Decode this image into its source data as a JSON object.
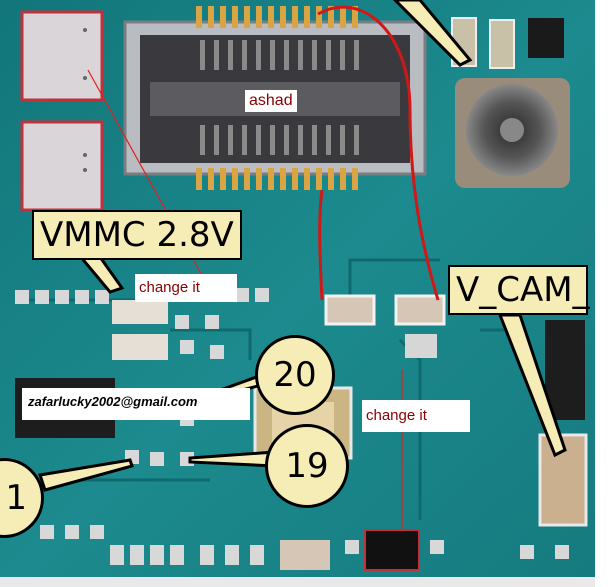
{
  "annotations": {
    "ashad": "ashad",
    "vmmc": "VMMC 2.8V",
    "change_it_left": "change it",
    "v_cam": "V_CAM_",
    "number_20": "20",
    "email": "zafarlucky2002@gmail.com",
    "change_it_right": "change it",
    "number_19": "19",
    "number_1": "1"
  },
  "colors": {
    "pcb_green": "#1c8a8e",
    "annotation_text": "#8b0000",
    "callout_fill": "#f6ecb6",
    "wire_red": "#d01818"
  }
}
